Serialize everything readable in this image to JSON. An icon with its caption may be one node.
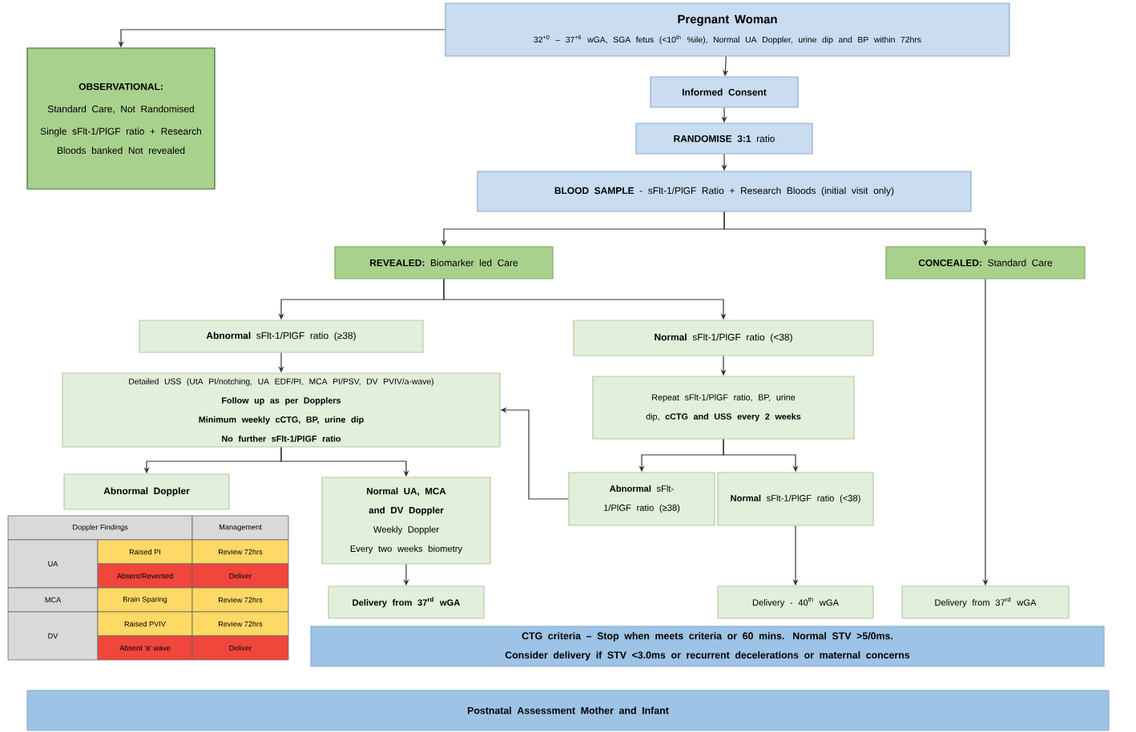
{
  "diagram": {
    "nodes": [
      {
        "text": [
          "Pregnant Woman",
          "32$^{+0}$ – 37$^{+6}$ wGA, SGA fetus (<10$^{th}$ %ile), Normal UA Doppler, urine dip and BP within 72hrs"
        ]
      },
      {
        "text": [
          "OBSERVATIONAL:",
          "Standard Care, Not Randomised",
          "Single sFlt-1/PlGF ratio + Research Bloods banked Not revealed"
        ]
      },
      {
        "text": [
          "Informed Consent"
        ]
      },
      {
        "text": [
          "**RANDOMISE 3:1** ratio"
        ]
      },
      {
        "text": [
          "**BLOOD SAMPLE** - sFlt-1/PlGF Ratio + Research Bloods (initial visit only)"
        ]
      },
      {
        "text": [
          "**REVEALED:** Biomarker led Care"
        ]
      },
      {
        "text": [
          "**CONCEALED:** Standard Care"
        ]
      },
      {
        "text": [
          "**Abnormal** sFlt-1/PlGF ratio (≥38)"
        ]
      },
      {
        "text": [
          "**Normal** sFlt-1/PlGF ratio (<38)"
        ]
      },
      {
        "text": [
          "Detailed USS (UtA PI/notching, UA EDF/PI, MCA PI/PSV, DV PVIV/a-wave)",
          "Follow up as per Dopplers",
          "Minimum weekly cCTG, BP, urine dip",
          "No further sFlt-1/PlGF ratio"
        ]
      },
      {
        "text": [
          "Repeat sFlt-1/PlGF ratio, BP, urine dip, **cCTG and USS every 2 weeks**"
        ]
      },
      {
        "text": [
          "Abnormal Doppler"
        ]
      },
      {
        "text": [
          "Normal UA, MCA and DV Doppler",
          "Weekly Doppler",
          "Every two weeks biometry"
        ]
      },
      {
        "text": [
          "**Abnormal** sFlt-1/PlGF ratio (≥38)"
        ]
      },
      {
        "text": [
          "**Normal** sFlt-1/PlGF ratio (<38)"
        ]
      },
      {
        "text": [
          "Delivery from 37$^{rd}$ wGA"
        ]
      },
      {
        "text": [
          "Delivery - 40$^{th}$ wGA"
        ]
      },
      {
        "text": [
          "Delivery from 37$^{rd}$ wGA"
        ]
      },
      {
        "text": [
          "CTG criteria – Stop when meets criteria or 60 mins. Normal STV >5/0ms. Consider delivery if STV <3.0ms or recurrent decelerations or maternal concerns"
        ]
      },
      {
        "text": [
          "Postnatal Assessment Mother and Infant"
        ]
      }
    ],
    "edges": [
      {
        "from": 0,
        "to": 1,
        "arrow": "to"
      },
      {
        "from": 0,
        "to": 2,
        "arrow": "to"
      },
      {
        "from": 2,
        "to": 3,
        "arrow": "to"
      },
      {
        "from": 3,
        "to": 4,
        "arrow": "to"
      },
      {
        "from": 4,
        "to": 5,
        "arrow": "to"
      },
      {
        "from": 4,
        "to": 6,
        "arrow": "to"
      },
      {
        "from": 5,
        "to": 7,
        "arrow": "to"
      },
      {
        "from": 5,
        "to": 8,
        "arrow": "to"
      },
      {
        "from": 7,
        "to": 9,
        "arrow": "to"
      },
      {
        "from": 8,
        "to": 10,
        "arrow": "to"
      },
      {
        "from": 9,
        "to": 11,
        "arrow": "to"
      },
      {
        "from": 9,
        "to": 12,
        "arrow": "to"
      },
      {
        "from": 10,
        "to": 13,
        "arrow": "to"
      },
      {
        "from": 10,
        "to": 14,
        "arrow": "to"
      },
      {
        "from": 13,
        "to": 9,
        "arrow": "to"
      },
      {
        "from": 12,
        "to": 15,
        "arrow": "to"
      },
      {
        "from": 14,
        "to": 16,
        "arrow": "to"
      },
      {
        "from": 6,
        "to": 17,
        "arrow": "to"
      }
    ],
    "labels": [
      "Doppler Findings",
      "Management",
      "UA",
      "Raised PI",
      "Review 72hrs",
      "Absent/Reversed",
      "Deliver",
      "MCA",
      "Brain Sparing",
      "Review 72hrs",
      "DV",
      "Raised PVIV",
      "Review 72hrs",
      "Absent 'a' wave",
      "Deliver"
    ]
  }
}
